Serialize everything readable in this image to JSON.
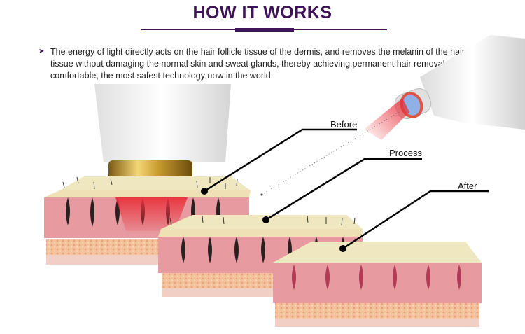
{
  "header": {
    "title": "HOW IT WORKS"
  },
  "description": {
    "bullet": "➤",
    "text": "The energy of light directly acts on the hair follicle tissue of the dermis, and removes the melanin of the hair follicle tissue without damaging the normal skin and sweat glands, thereby achieving permanent hair removal. No pain, comfortable, the most safest technology now in the world."
  },
  "labels": {
    "before": "Before",
    "process": "Process",
    "after": "After"
  },
  "colors": {
    "title": "#3f1457",
    "epidermis": "#efe7bf",
    "dermis": "#e79aa0",
    "fat": "#f3c19b",
    "laser": "#e8323c",
    "follicle": "#2a2020",
    "follicle_after": "#b03a57"
  }
}
